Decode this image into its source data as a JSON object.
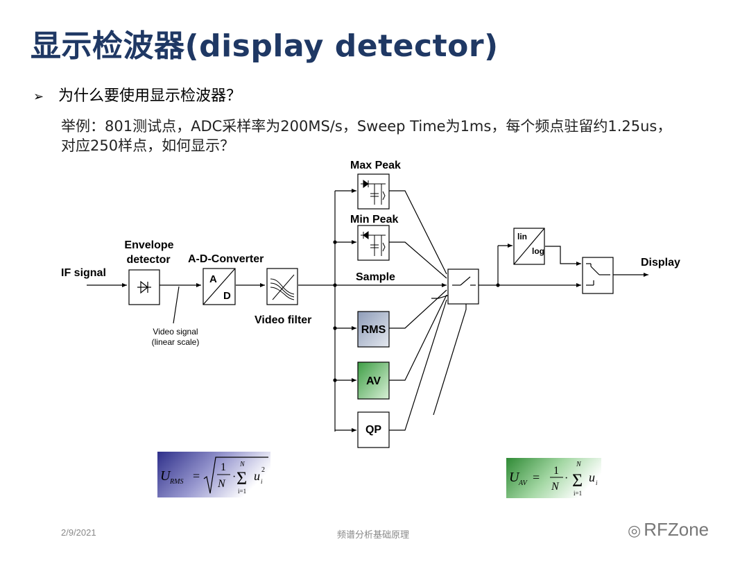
{
  "title": "显示检波器(display detector)",
  "bullet": {
    "icon": "arrow-bullet-icon",
    "text": "为什么要使用显示检波器？"
  },
  "body_lines": [
    "举例：801测试点，ADC采样率为200MS/s，Sweep Time为1ms，每个频点驻留约1.25us，",
    "对应250样点，如何显示？"
  ],
  "diagram": {
    "if_signal": "IF signal",
    "envelope_detector": [
      "Envelope",
      "detector"
    ],
    "adc": {
      "label": "A-D-Converter",
      "a": "A",
      "d": "D"
    },
    "video_signal": [
      "Video signal",
      "(linear scale)"
    ],
    "video_filter": "Video filter",
    "max_peak": "Max Peak",
    "min_peak": "Min Peak",
    "sample": "Sample",
    "rms": "RMS",
    "av": "AV",
    "qp": "QP",
    "lin": "lin",
    "log": "log",
    "display": "Display",
    "colors": {
      "rms_fill": "#c4ccd8",
      "av_fill": "#6fb46f"
    }
  },
  "formulas": {
    "rms": {
      "lhs": "U",
      "lhs_sub": "RMS",
      "frac_num": "1",
      "frac_den": "N",
      "sum_top": "N",
      "sum_bot": "i=1",
      "term": "u",
      "term_sub": "i",
      "term_sup": "2"
    },
    "av": {
      "lhs": "U",
      "lhs_sub": "AV",
      "frac_num": "1",
      "frac_den": "N",
      "sum_top": "N",
      "sum_bot": "i=1",
      "term": "u",
      "term_sub": "i"
    }
  },
  "footer": {
    "date": "2/9/2021",
    "center": "频谱分析基础原理",
    "brand": "RFZone",
    "brand_icon": "wechat-icon"
  }
}
